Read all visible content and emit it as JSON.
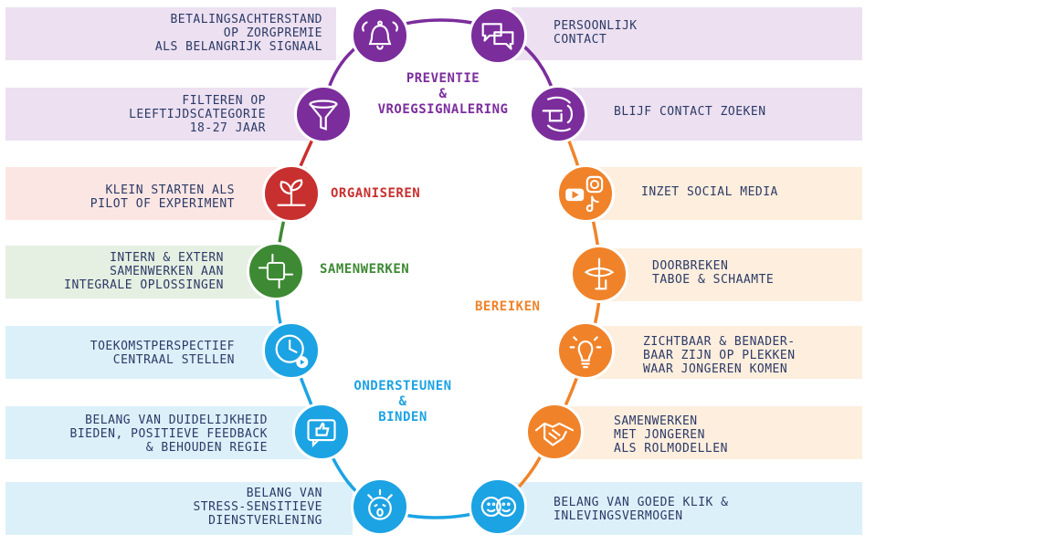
{
  "colors": {
    "purple": "#7b2d9c",
    "red": "#c8302f",
    "green": "#3e8a34",
    "blue": "#1ca3e3",
    "orange": "#f0832a",
    "band_purple": "#ece0f1",
    "band_red": "#fbe6e3",
    "band_green": "#e5efe2",
    "band_blue": "#dcf0fa",
    "band_orange": "#fdeede",
    "text": "#2c3a66"
  },
  "categories": {
    "preventie": "PREVENTIE\n&\nVROEGSIGNALERING",
    "organiseren": "ORGANISEREN",
    "samenwerken": "SAMENWERKEN",
    "bereiken": "BEREIKEN",
    "ondersteunen": "ONDERSTEUNEN\n&\nBINDEN"
  },
  "left_items": [
    {
      "text": "BETALINGSACHTERSTAND\nOP ZORGPREMIE\nALS BELANGRIJK SIGNAAL",
      "icon": "bell-icon"
    },
    {
      "text": "FILTEREN OP\nLEEFTIJDSCATEGORIE\n18-27 JAAR",
      "icon": "funnel-icon"
    },
    {
      "text": "KLEIN STARTEN ALS\nPILOT OF EXPERIMENT",
      "icon": "sprout-icon"
    },
    {
      "text": "INTERN & EXTERN\nSAMENWERKEN AAN\nINTEGRALE OPLOSSINGEN",
      "icon": "joined-hands-icon"
    },
    {
      "text": "TOEKOMSTPERSPECTIEF\nCENTRAAL STELLEN",
      "icon": "clock-icon"
    },
    {
      "text": "BELANG VAN DUIDELIJKHEID\nBIEDEN, POSITIEVE FEEDBACK\n& BEHOUDEN REGIE",
      "icon": "thumbs-up-icon"
    },
    {
      "text": "BELANG VAN\nSTRESS-SENSITIEVE\nDIENSTVERLENING",
      "icon": "stressed-face-icon"
    }
  ],
  "right_items": [
    {
      "text": "PERSOONLIJK\nCONTACT",
      "icon": "chat-bubbles-icon"
    },
    {
      "text": "BLIJF CONTACT ZOEKEN",
      "icon": "pointing-hand-icon"
    },
    {
      "text": "INZET SOCIAL MEDIA",
      "icon": "social-media-icon"
    },
    {
      "text": "DOORBREKEN\nTABOE & SCHAAMTE",
      "icon": "finger-on-lips-icon"
    },
    {
      "text": "ZICHTBAAR & BENADER-\nBAAR ZIJN OP PLEKKEN\nWAAR JONGEREN KOMEN",
      "icon": "lightbulb-icon"
    },
    {
      "text": "SAMENWERKEN\nMET JONGEREN\nALS ROLMODELLEN",
      "icon": "handshake-icon"
    },
    {
      "text": "BELANG VAN GOEDE KLIK &\nINLEVINGSVERMOGEN",
      "icon": "two-faces-icon"
    }
  ]
}
